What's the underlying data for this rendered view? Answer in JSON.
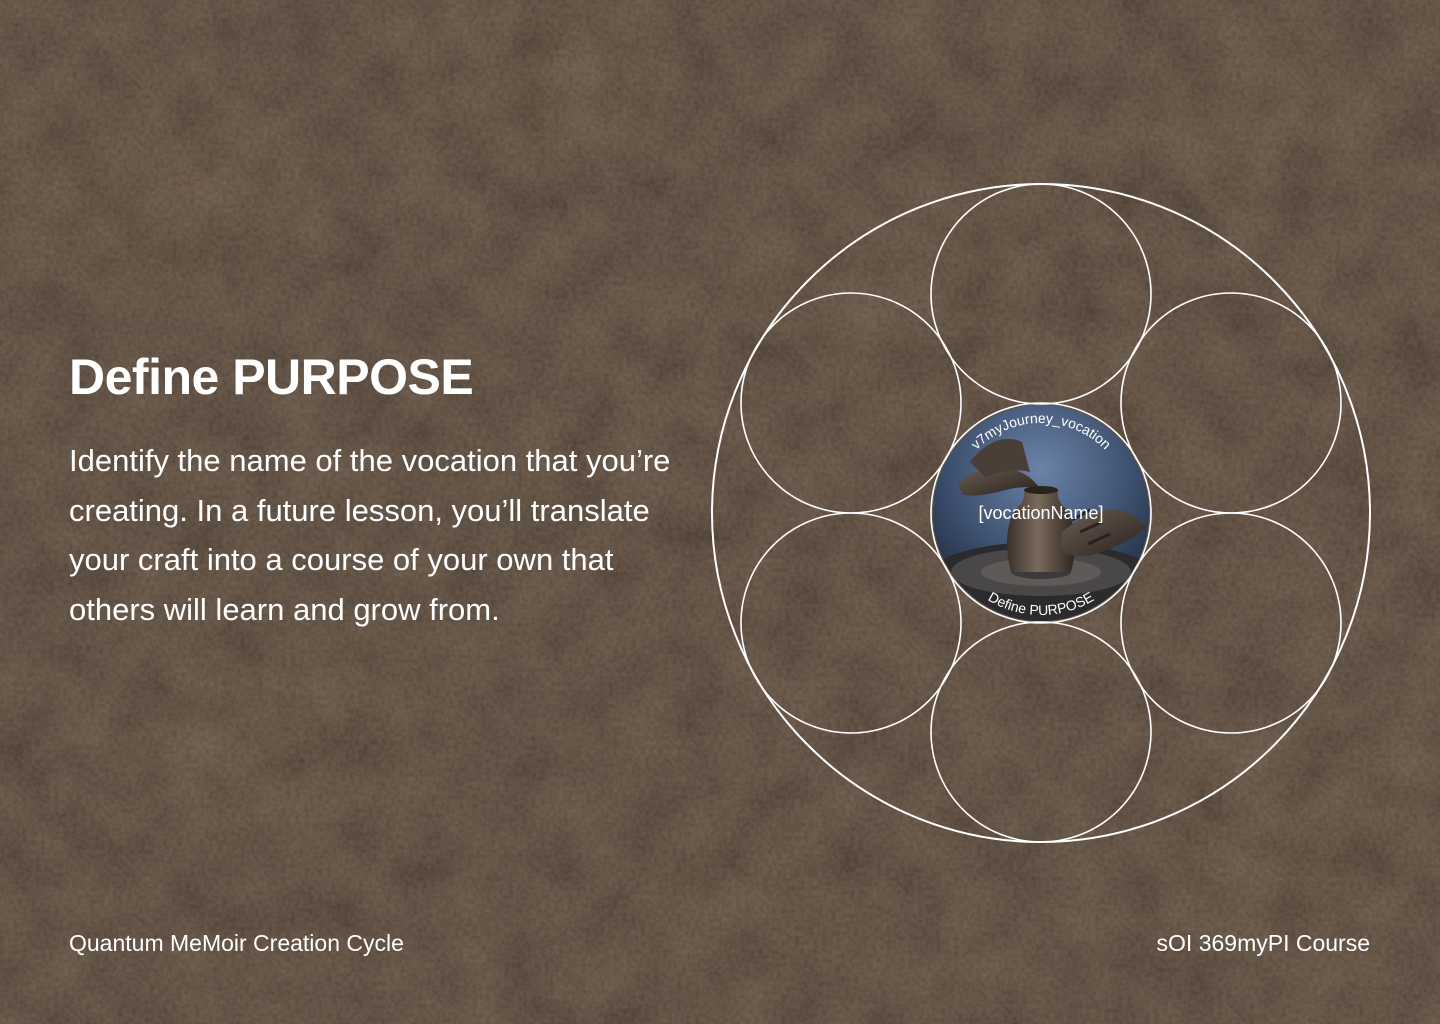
{
  "slide": {
    "title": "Define PURPOSE",
    "body": "Identify the name of the vocation that you’re creating. In a future lesson, you’ll translate your craft into a course of your own that others will learn and grow from."
  },
  "diagram": {
    "center_label": "[vocationName]",
    "arc_top_label": "v7myJourney_vocation",
    "arc_bottom_label": "Define PURPOSE",
    "center_image": "potter-hands-clay-wheel-photo",
    "outer_circle_count": 6
  },
  "footer": {
    "left": "Quantum MeMoir Creation Cycle",
    "right": "sOI 369myPI Course"
  },
  "colors": {
    "background": "#3a2b20",
    "text": "#ffffff",
    "line": "#ffffff"
  }
}
